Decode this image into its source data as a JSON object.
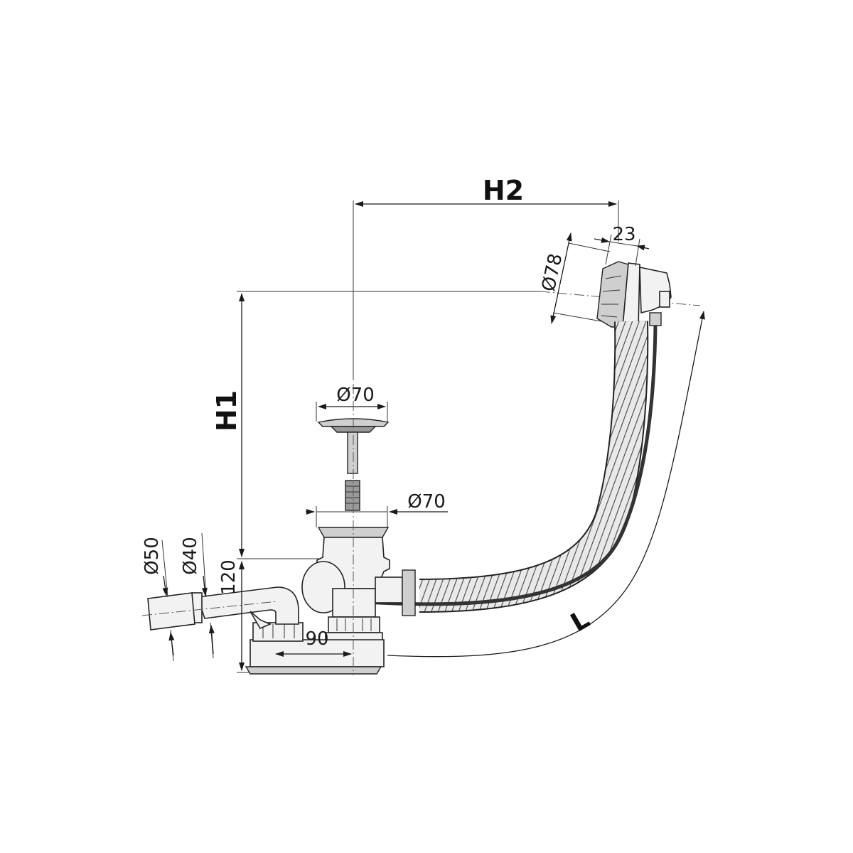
{
  "labels": {
    "h2": "H2",
    "h1": "H1",
    "d23": "23",
    "d78": "Ø78",
    "d70_top": "Ø70",
    "d70_mid": "Ø70",
    "d50": "Ø50",
    "d40": "Ø40",
    "d120": "120",
    "d90": "90",
    "l": "L"
  }
}
